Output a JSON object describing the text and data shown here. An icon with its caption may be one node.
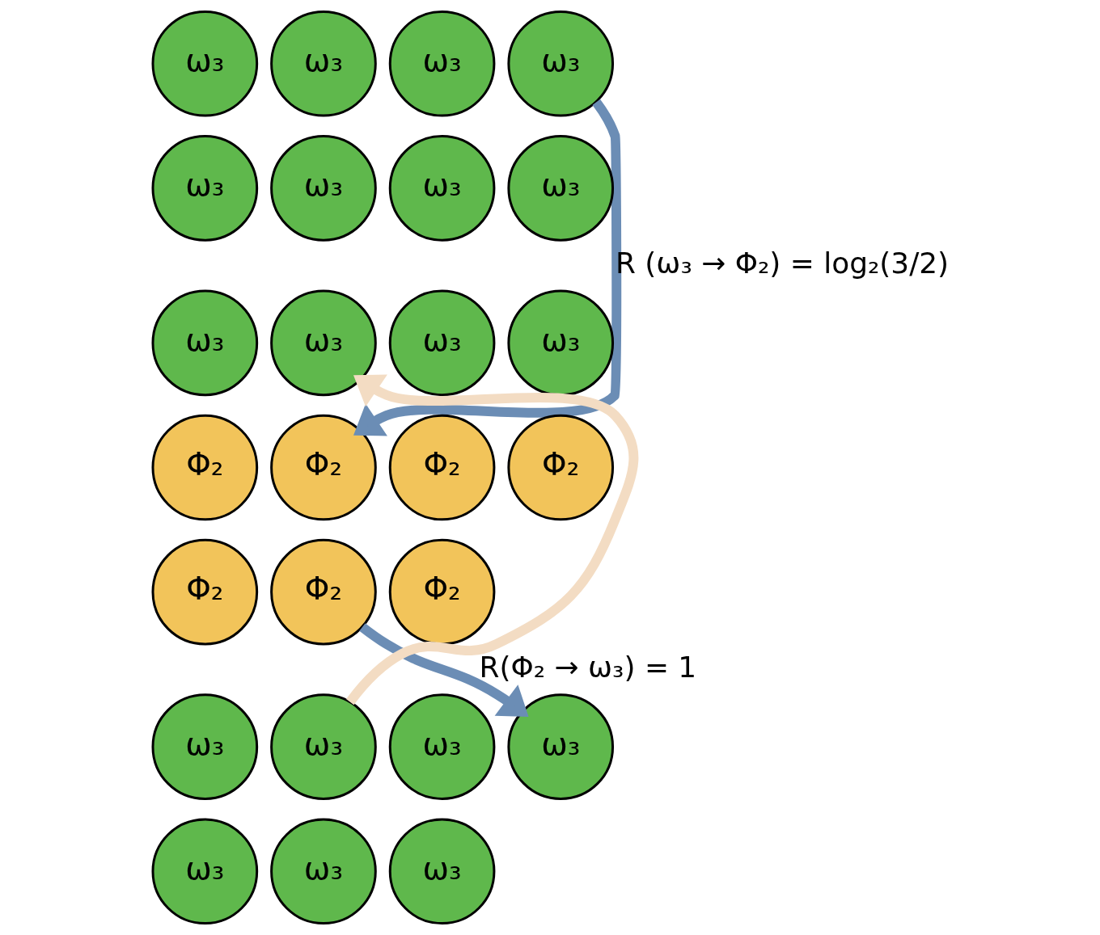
{
  "diagram": {
    "nodes": [
      {
        "text": [
          "ω₃"
        ]
      },
      {
        "text": [
          "ω₃"
        ]
      },
      {
        "text": [
          "ω₃"
        ]
      },
      {
        "text": [
          "ω₃"
        ]
      },
      {
        "text": [
          "ω₃"
        ]
      },
      {
        "text": [
          "ω₃"
        ]
      },
      {
        "text": [
          "ω₃"
        ]
      },
      {
        "text": [
          "ω₃"
        ]
      },
      {
        "text": [
          "ω₃"
        ]
      },
      {
        "text": [
          "ω₃"
        ]
      },
      {
        "text": [
          "ω₃"
        ]
      },
      {
        "text": [
          "ω₃"
        ]
      },
      {
        "text": [
          "Φ₂"
        ]
      },
      {
        "text": [
          "Φ₂"
        ]
      },
      {
        "text": [
          "Φ₂"
        ]
      },
      {
        "text": [
          "Φ₂"
        ]
      },
      {
        "text": [
          "Φ₂"
        ]
      },
      {
        "text": [
          "Φ₂"
        ]
      },
      {
        "text": [
          "Φ₂"
        ]
      },
      {
        "text": [
          "ω₃"
        ]
      },
      {
        "text": [
          "ω₃"
        ]
      },
      {
        "text": [
          "ω₃"
        ]
      },
      {
        "text": [
          "ω₃"
        ]
      },
      {
        "text": [
          "ω₃"
        ]
      },
      {
        "text": [
          "ω₃"
        ]
      },
      {
        "text": [
          "ω₃"
        ]
      }
    ],
    "edges": [
      {
        "from": 3,
        "to": 13,
        "arrow": "to",
        "label": "R (ω₃ → Φ₂) = log₂(3/2)"
      },
      {
        "from": 17,
        "to": 22,
        "arrow": "to",
        "label": "R(Φ₂ → ω₃) = 1"
      },
      {
        "from": 20,
        "to": 9,
        "arrow": "to",
        "color": "#f3dcc3"
      }
    ]
  }
}
